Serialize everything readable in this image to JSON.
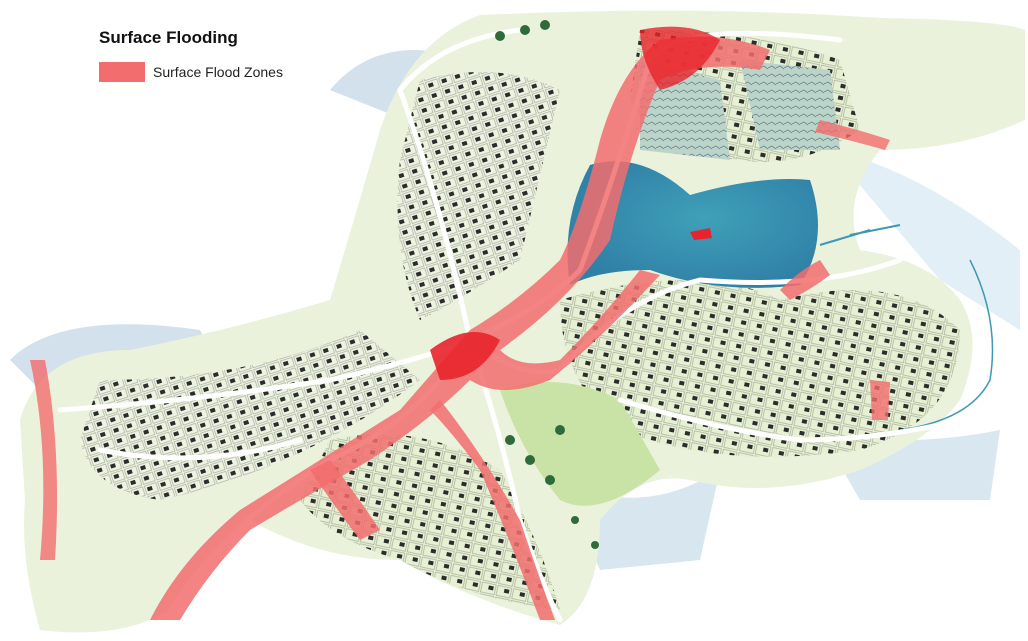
{
  "legend": {
    "title": "Surface Flooding",
    "items": [
      {
        "label": "Surface Flood Zones",
        "color": "#f26d6d"
      }
    ]
  },
  "colors": {
    "flood": "#f26d6d",
    "flood_core": "#e8232b",
    "water": "#3d97b5",
    "land": "#eaf2dc",
    "gardens": "#d5e6b6",
    "buildings": "#2b2b2b",
    "roads": "#ffffff",
    "terrain_shadow": "#7fa6c6"
  },
  "icons": [
    "town-map",
    "reservoir",
    "flood-zone-overlay"
  ]
}
